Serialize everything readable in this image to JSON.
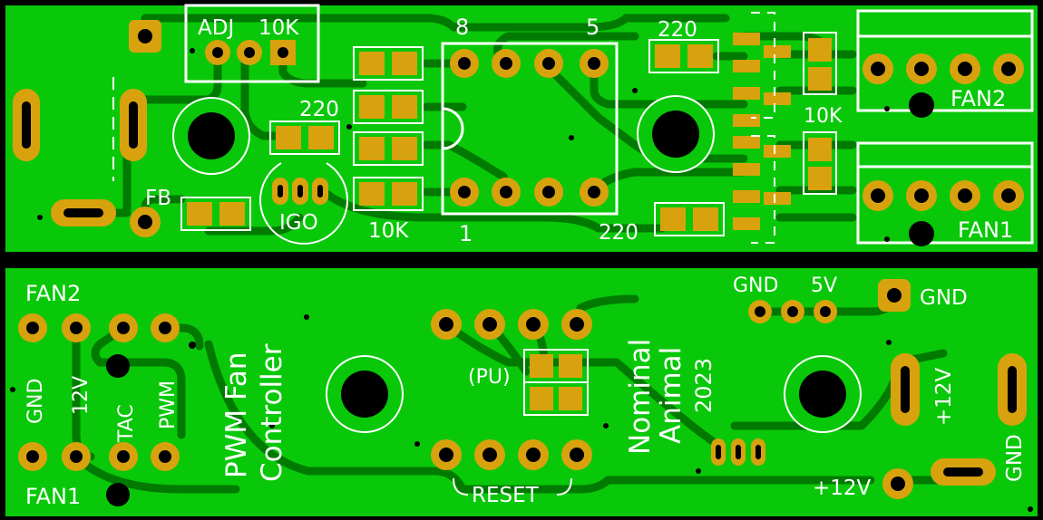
{
  "colors": {
    "board": "#09c809",
    "trace": "#007a00",
    "pad": "#d8a20e",
    "silk": "#ffffff",
    "hole": "#000000",
    "edge": "#000000"
  },
  "top_board": {
    "adj": "ADJ",
    "pot_value": "10K",
    "res_220_top": "220",
    "res_220_mid": "220",
    "res_220_bottom": "220",
    "res_10k_bottom": "10K",
    "res_10k_right": "10K",
    "pin8": "8",
    "pin5": "5",
    "pin1": "1",
    "fb": "FB",
    "igo": "IGO",
    "fan2": "FAN2",
    "fan1": "FAN1"
  },
  "bottom_board": {
    "fan2": "FAN2",
    "fan1": "FAN1",
    "gnd_left": "GND",
    "v12_left": "12V",
    "tac": "TAC",
    "pwm": "PWM",
    "title_line1": "PWM Fan",
    "title_line2": "Controller",
    "pu": "(PU)",
    "reset": "RESET",
    "author_line1": "Nominal",
    "author_line2": "Animal",
    "year": "2023",
    "gnd_top": "GND",
    "v5": "5V",
    "gnd_top_right": "GND",
    "v12_right": "+12V",
    "v12_bottom": "+12V",
    "gnd_right": "GND"
  }
}
